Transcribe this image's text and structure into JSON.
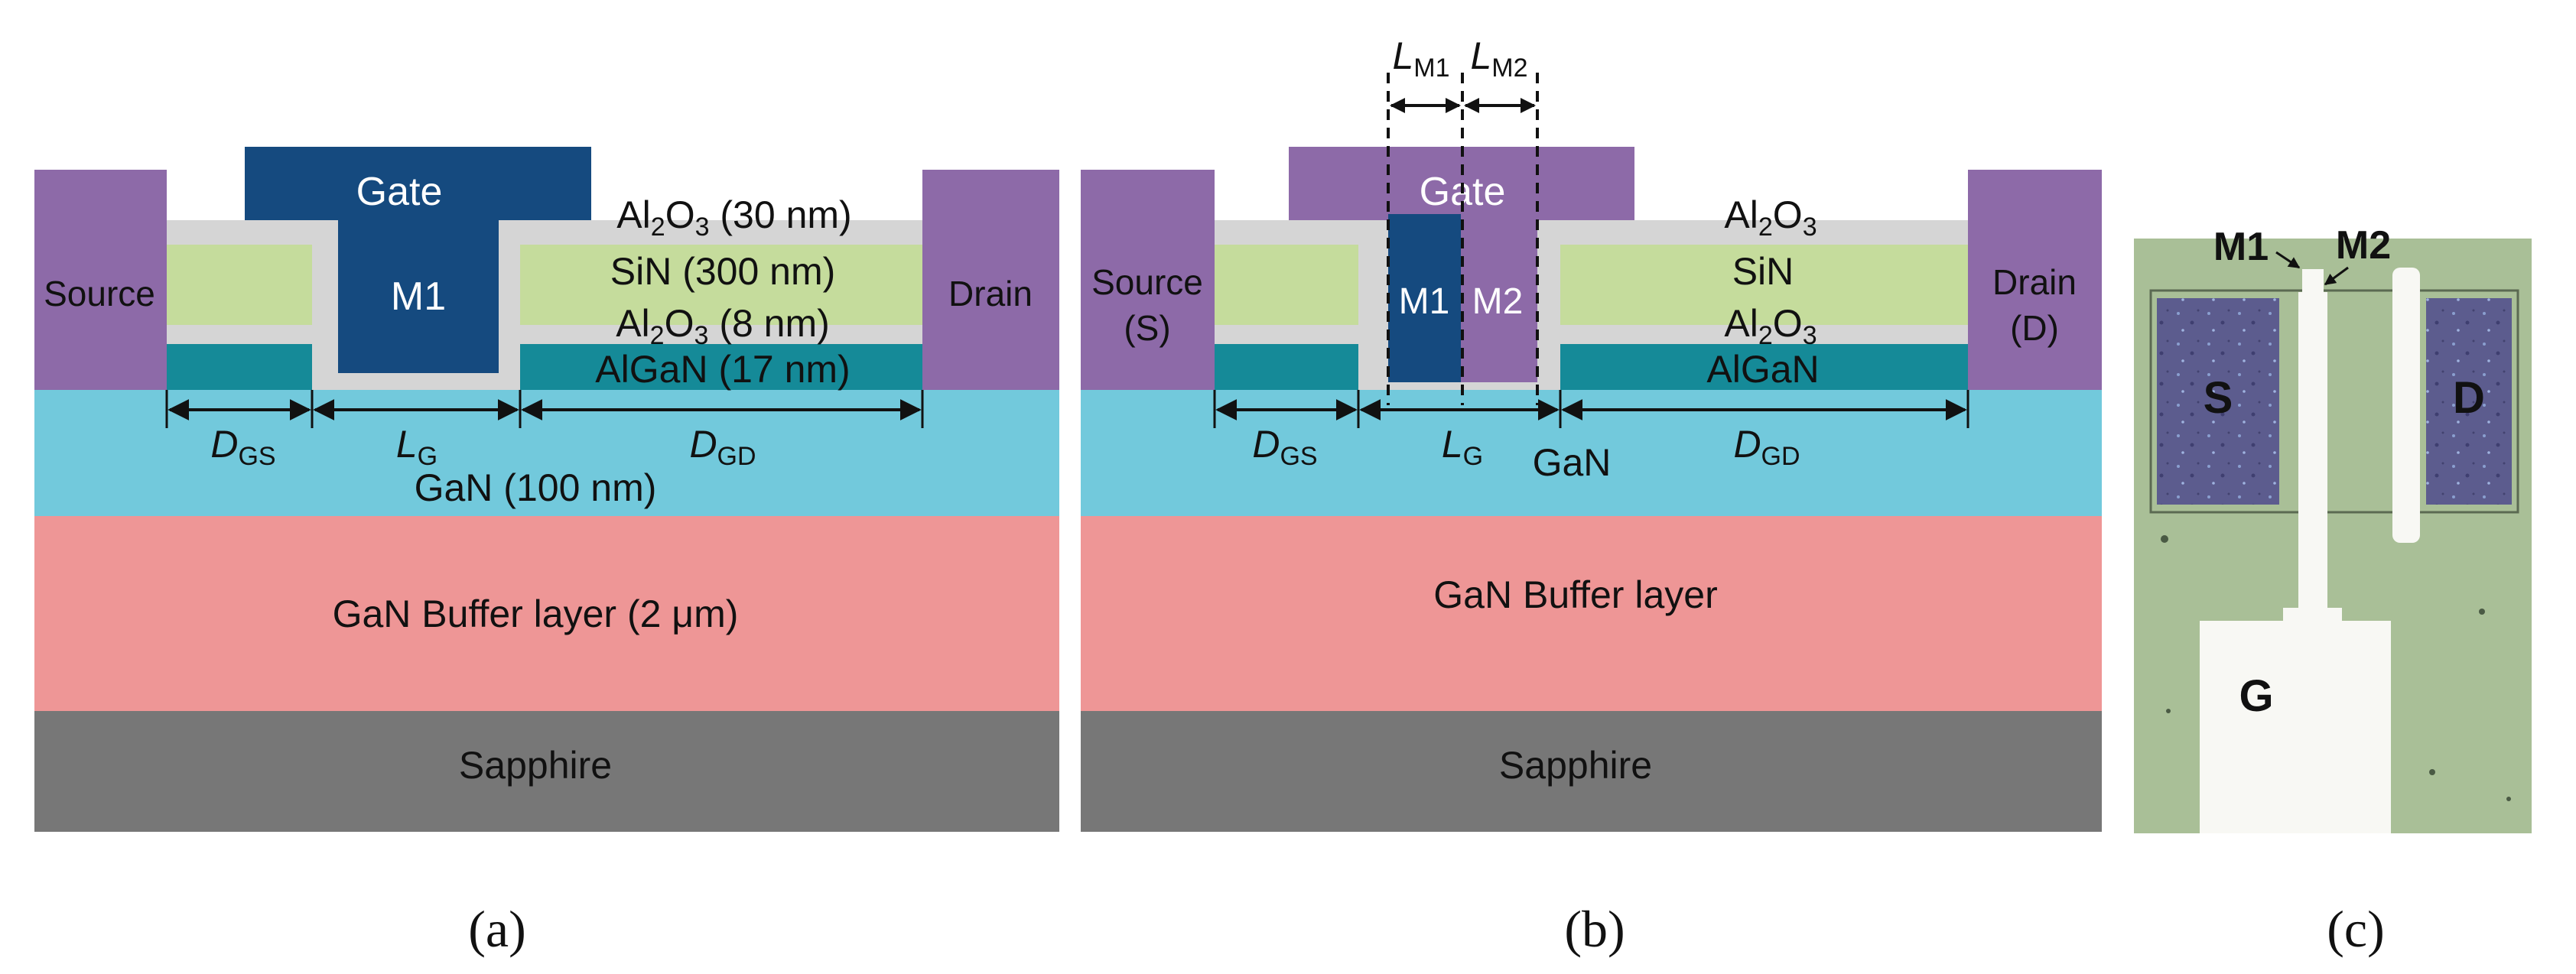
{
  "colors": {
    "source_drain": "#8d6aa8",
    "gate": "#154a7f",
    "al2o3": "#d5d5d5",
    "sin": "#c5dc9c",
    "algan": "#158a98",
    "gan": "#72c9dc",
    "buffer": "#ee9696",
    "sapphire": "#777777",
    "photo_bg": "#a9bf97",
    "pad_blue": "#5c5c8e",
    "metal": "#f8f8f4"
  },
  "panel_a": {
    "gate": "Gate",
    "m1": "M1",
    "source": "Source",
    "drain": "Drain",
    "al2o3_top": {
      "formula": "Al",
      "sub": "2",
      "mid": "O",
      "sub2": "3",
      "suffix": " (30 nm)"
    },
    "sin": "SiN (300 nm)",
    "al2o3_bottom": {
      "formula": "Al",
      "sub": "2",
      "mid": "O",
      "sub2": "3",
      "suffix": " (8 nm)"
    },
    "algan": "AlGaN (17 nm)",
    "gan": "GaN (100 nm)",
    "buffer": "GaN Buffer layer (2 μm)",
    "sapphire": "Sapphire",
    "d_gs": {
      "main": "D",
      "sub": "GS"
    },
    "l_g": {
      "main": "L",
      "sub": "G"
    },
    "d_gd": {
      "main": "D",
      "sub": "GD"
    },
    "caption": "(a)"
  },
  "panel_b": {
    "gate": "Gate",
    "m1": "M1",
    "m2": "M2",
    "source": "Source",
    "source_abbr": "(S)",
    "drain": "Drain",
    "drain_abbr": "(D)",
    "al2o3_top": {
      "formula": "Al",
      "sub": "2",
      "mid": "O",
      "sub2": "3"
    },
    "sin": "SiN",
    "al2o3_bottom": {
      "formula": "Al",
      "sub": "2",
      "mid": "O",
      "sub2": "3"
    },
    "algan": "AlGaN",
    "gan": "GaN",
    "buffer": "GaN Buffer layer",
    "sapphire": "Sapphire",
    "l_m1": {
      "main": "L",
      "sub": "M1"
    },
    "l_m2": {
      "main": "L",
      "sub": "M2"
    },
    "d_gs": {
      "main": "D",
      "sub": "GS"
    },
    "l_g": {
      "main": "L",
      "sub": "G"
    },
    "d_gd": {
      "main": "D",
      "sub": "GD"
    },
    "caption": "(b)"
  },
  "panel_c": {
    "m1": "M1",
    "m2": "M2",
    "s": "S",
    "d": "D",
    "g": "G",
    "caption": "(c)"
  }
}
